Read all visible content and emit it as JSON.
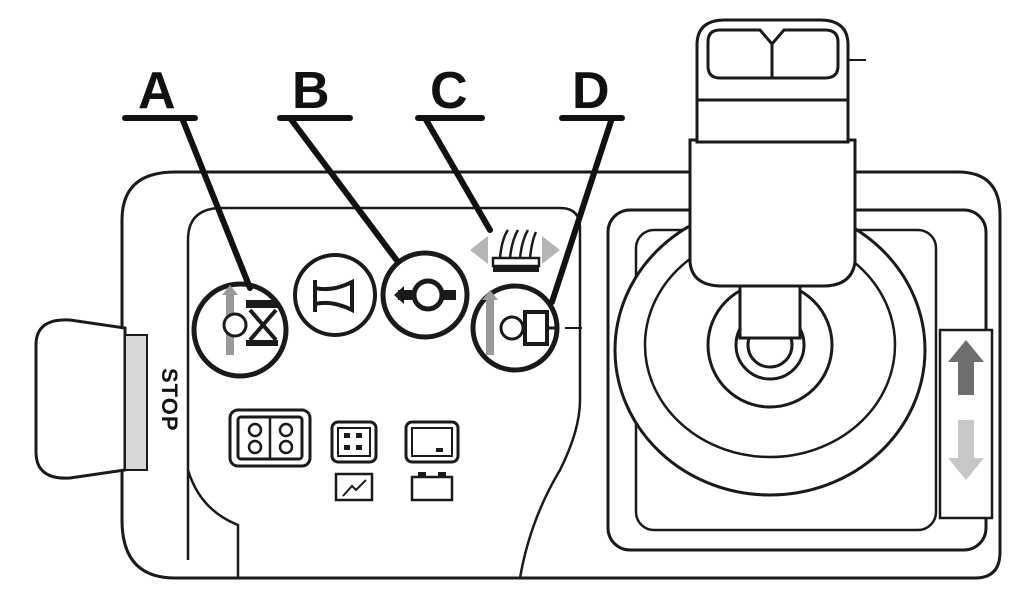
{
  "callouts": [
    {
      "letter": "A",
      "icon": "platform-lift-mode-icon"
    },
    {
      "letter": "B",
      "icon": "drive-mode-icon"
    },
    {
      "letter": "C",
      "icon": "steer-direction-indicator-icon"
    },
    {
      "letter": "D",
      "icon": "jib-boom-mode-icon"
    }
  ],
  "stop_button": {
    "label": "STOP",
    "icon": "emergency-stop-icon"
  },
  "buttons": {
    "horn": {
      "icon": "horn-icon"
    },
    "enable": {
      "icon": "enable-switch-icon"
    },
    "battery": {
      "icon": "battery-charge-icon"
    },
    "drive_speed": {
      "icon": "drive-speed-icon"
    }
  },
  "joystick": {
    "icon": "joystick-handle-icon"
  },
  "direction_label": {
    "up_icon": "arrow-up-icon",
    "down_icon": "arrow-down-icon"
  },
  "colors": {
    "outline": "#1a1a1a",
    "icon_grey": "#9a9a9a",
    "arrow_dark": "#6e6e6e",
    "arrow_light": "#c7c7c7"
  }
}
